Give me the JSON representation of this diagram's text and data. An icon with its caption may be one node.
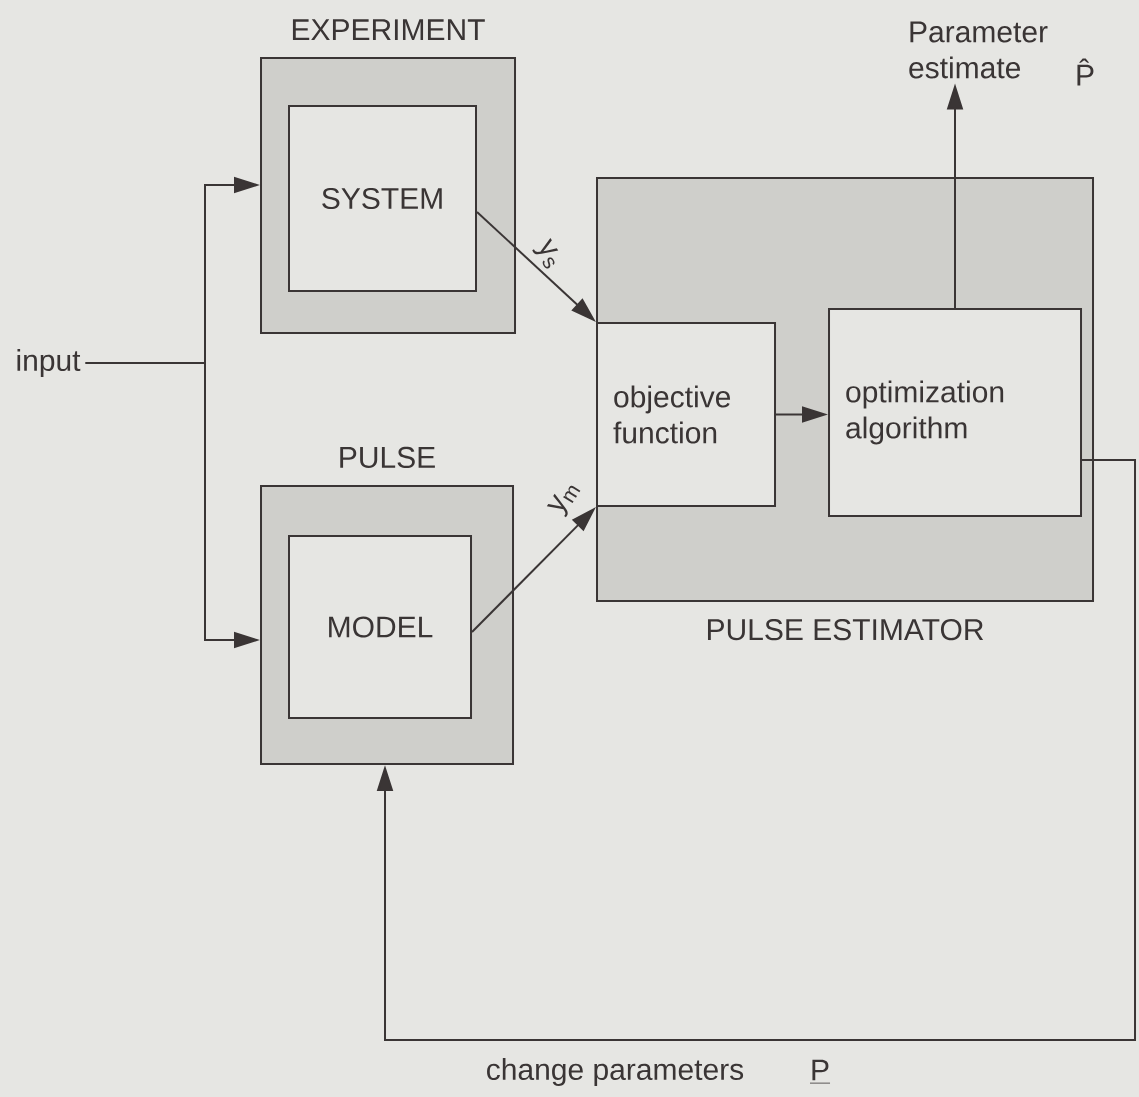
{
  "diagram": {
    "nodes": [
      {
        "text": [
          "EXPERIMENT"
        ]
      },
      {
        "text": [
          "SYSTEM"
        ],
        "in": 0
      },
      {
        "text": [
          "PULSE"
        ]
      },
      {
        "text": [
          "MODEL"
        ],
        "in": 2
      },
      {
        "text": [
          "PULSE ESTIMATOR"
        ]
      },
      {
        "text": [
          "objective function"
        ],
        "in": 4
      },
      {
        "text": [
          "optimization algorithm"
        ],
        "in": 4
      },
      {
        "text": [
          "input"
        ]
      },
      {
        "text": [
          "Parameter estimate"
        ]
      }
    ],
    "edges": [
      {
        "from": 7,
        "to": 0,
        "arrow": "to"
      },
      {
        "from": 7,
        "to": 2,
        "arrow": "to"
      },
      {
        "from": 1,
        "to": 5,
        "arrow": "to",
        "label": "y$_{s}$"
      },
      {
        "from": 3,
        "to": 5,
        "arrow": "to",
        "label": "y$_{m}$"
      },
      {
        "from": 5,
        "to": 6,
        "arrow": "to"
      },
      {
        "from": 6,
        "to": 8,
        "arrow": "to"
      },
      {
        "from": 6,
        "to": 2,
        "arrow": "to",
        "label": "change parameters"
      }
    ],
    "labels": [
      "P̂",
      "P"
    ]
  }
}
